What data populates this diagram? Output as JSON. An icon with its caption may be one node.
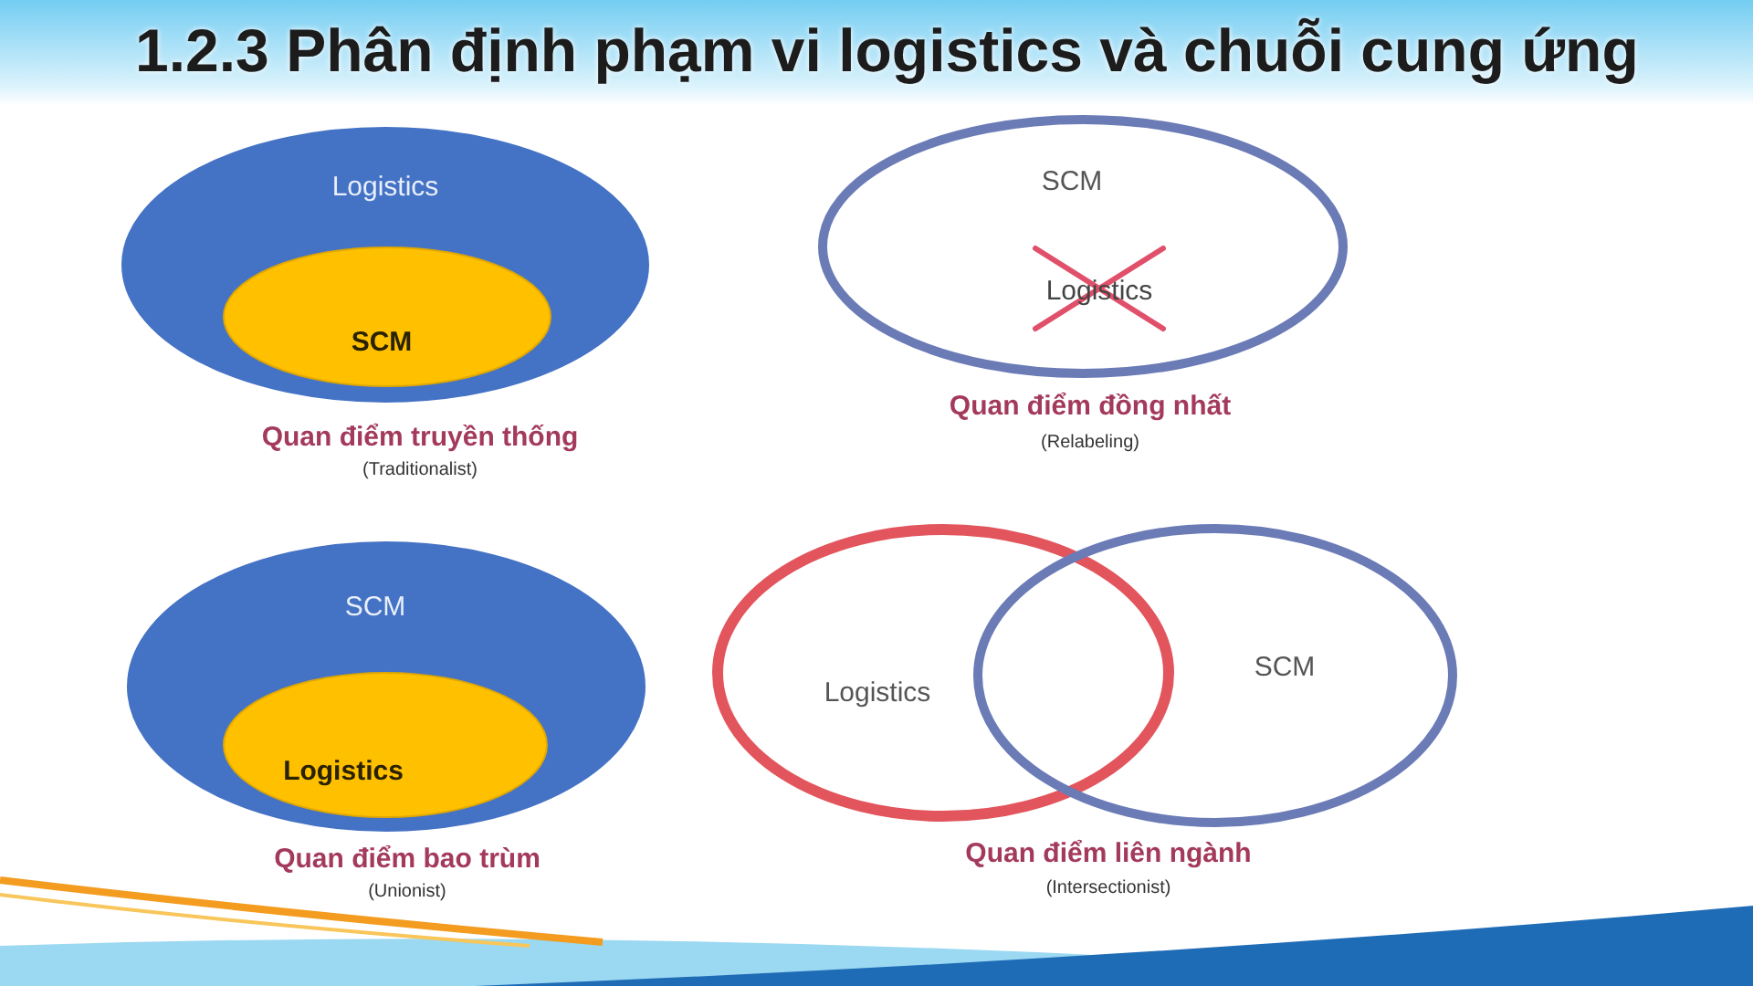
{
  "diagram": {
    "title": "1.2.3 Phân định phạm vi logistics và chuỗi cung ứng",
    "nodes": [
      {
        "text": [
          "Logistics"
        ],
        "beside": [
          "Quan điểm truyền thống",
          "(Traditionalist)"
        ]
      },
      {
        "text": [
          "SCM"
        ],
        "in": 0
      },
      {
        "text": [
          "SCM",
          "Logistics"
        ],
        "beside": [
          "Quan điểm đồng nhất",
          "(Relabeling)"
        ]
      },
      {
        "text": [
          "SCM"
        ],
        "beside": [
          "Quan điểm bao trùm",
          "(Unionist)"
        ]
      },
      {
        "text": [
          "Logistics"
        ],
        "in": 3
      },
      {
        "text": [
          "Logistics"
        ]
      },
      {
        "text": [
          "SCM"
        ]
      }
    ],
    "labels": [
      "Quan điểm liên ngành",
      "(Intersectionist)"
    ]
  }
}
